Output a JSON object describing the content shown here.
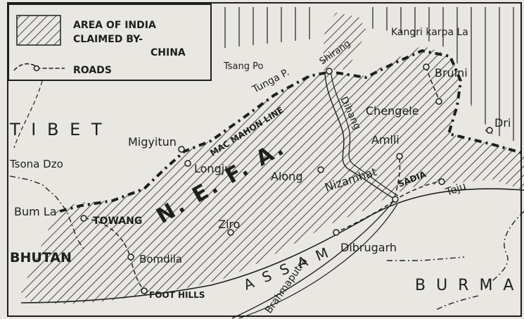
{
  "legend": {
    "claimed_line1": "AREA OF INDIA",
    "claimed_line2": "CLAIMED BY-",
    "claimed_line3": "CHINA",
    "roads": "ROADS"
  },
  "regions": {
    "tibet": "T I B E T",
    "nefa": "N. E. F. A.",
    "assam": "A S S A M",
    "bhutan": "BHUTAN",
    "burma": "B U R M A"
  },
  "lines": {
    "mcmahon": "MAC MAHON LINE"
  },
  "rivers": {
    "tsangpo": "Tsang Po",
    "dihang": "Dihang",
    "brahmaputra": "Brahmaputra"
  },
  "places": {
    "tunga_pass": "Tunga P.",
    "shirang": "Shirang",
    "kangri_karpa_la": "Kangri karpa La",
    "bruini": "Bruini",
    "chengele": "Chengele",
    "amlli": "Amlli",
    "dri": "Dri",
    "migyitun": "Migyitun",
    "longju": "Longju",
    "along": "Along",
    "nizamhat": "Nizamhat",
    "sadia": "SADIA",
    "teju": "Teju",
    "tsona_dzo": "Tsona Dzo",
    "bum_la": "Bum La",
    "towang": "TOWANG",
    "ziro": "Ziro",
    "dibrugarh": "Dibrugarh",
    "bomdila": "Bomdila",
    "foot_hills": "FOOT HILLS"
  },
  "colors": {
    "paper": "#e9e7e2",
    "ink": "#1e1e1e"
  }
}
